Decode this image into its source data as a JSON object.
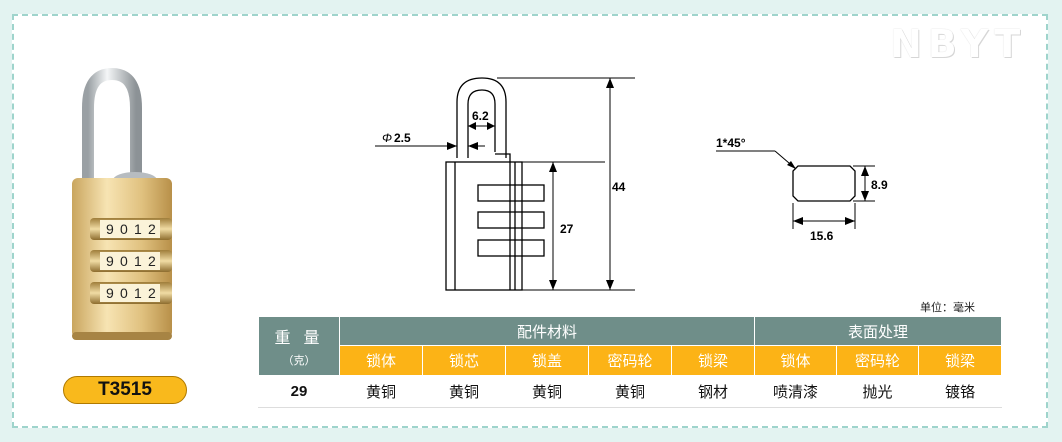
{
  "watermark": "NBYT",
  "model": "T3515",
  "unit_note": "单位：毫米",
  "drawing": {
    "dims": {
      "diameter": "2.5",
      "shackle_width": "6.2",
      "total_height": "44",
      "body_height": "27",
      "chamfer": "1*45°",
      "wheel_height": "8.9",
      "wheel_width": "15.6"
    }
  },
  "wheel_digits": [
    "9",
    "0",
    "1",
    "2"
  ],
  "table": {
    "weight_header": "重 量",
    "weight_unit": "（克）",
    "group_parts": "配件材料",
    "group_surface": "表面处理",
    "columns": [
      "锁体",
      "锁芯",
      "锁盖",
      "密码轮",
      "锁梁",
      "锁体",
      "密码轮",
      "锁梁"
    ],
    "weight_value": "29",
    "values": [
      "黄铜",
      "黄铜",
      "黄铜",
      "黄铜",
      "钢材",
      "喷清漆",
      "抛光",
      "镀铬"
    ]
  }
}
